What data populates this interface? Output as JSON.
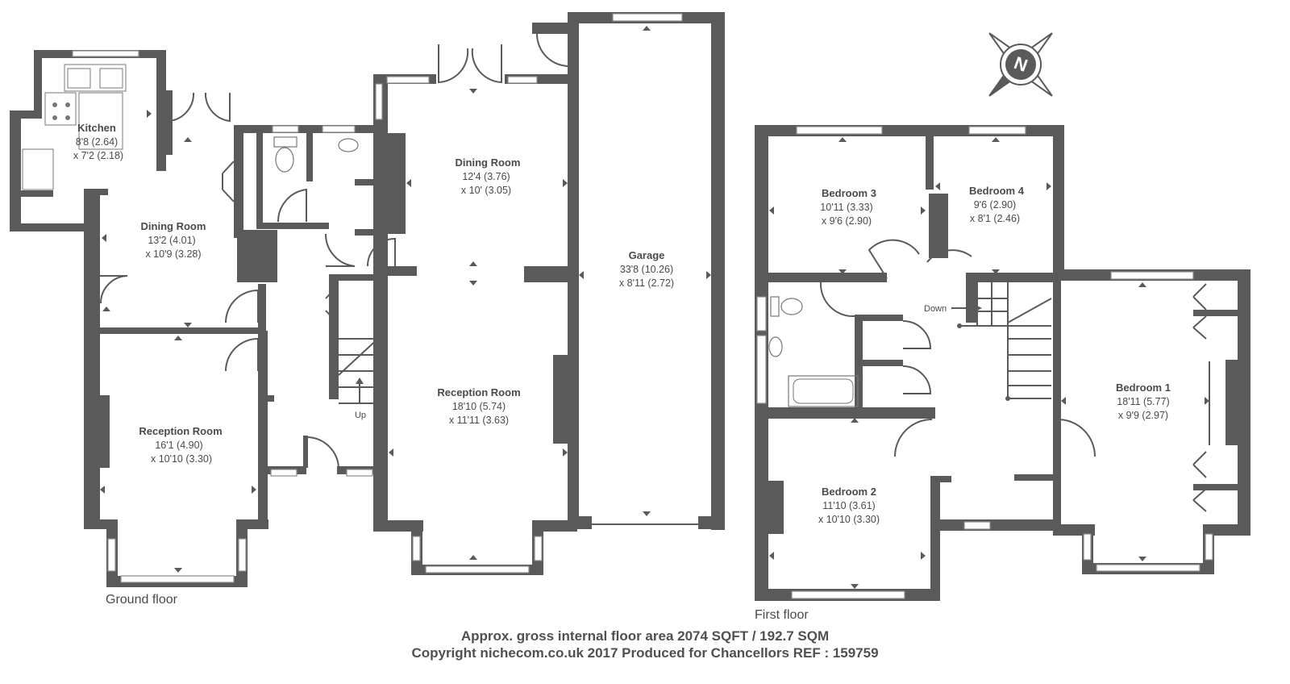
{
  "floors": {
    "ground_label": "Ground floor",
    "first_label": "First floor"
  },
  "rooms": {
    "kitchen": {
      "name": "Kitchen",
      "dim1": "8'8 (2.64)",
      "dim2": "x 7'2 (2.18)"
    },
    "dining_left": {
      "name": "Dining Room",
      "dim1": "13'2 (4.01)",
      "dim2": "x 10'9 (3.28)"
    },
    "reception_left": {
      "name": "Reception Room",
      "dim1": "16'1 (4.90)",
      "dim2": "x 10'10 (3.30)"
    },
    "dining_right": {
      "name": "Dining Room",
      "dim1": "12'4 (3.76)",
      "dim2": "x 10' (3.05)"
    },
    "reception_right": {
      "name": "Reception Room",
      "dim1": "18'10 (5.74)",
      "dim2": "x 11'11 (3.63)"
    },
    "garage": {
      "name": "Garage",
      "dim1": "33'8 (10.26)",
      "dim2": "x 8'11 (2.72)"
    },
    "bedroom3": {
      "name": "Bedroom 3",
      "dim1": "10'11 (3.33)",
      "dim2": "x 9'6 (2.90)"
    },
    "bedroom4": {
      "name": "Bedroom 4",
      "dim1": "9'6 (2.90)",
      "dim2": "x 8'1 (2.46)"
    },
    "bedroom1": {
      "name": "Bedroom 1",
      "dim1": "18'11 (5.77)",
      "dim2": "x 9'9 (2.97)"
    },
    "bedroom2": {
      "name": "Bedroom 2",
      "dim1": "11'10 (3.61)",
      "dim2": "x 10'10 (3.30)"
    }
  },
  "stairs": {
    "up_label": "Up",
    "down_label": "Down"
  },
  "compass": {
    "letter": "N"
  },
  "footer": {
    "area": "Approx. gross internal floor area 2074 SQFT / 192.7 SQM",
    "copyright": "Copyright nichecom.co.uk 2017 Produced for Chancellors REF : 159759"
  },
  "colors": {
    "wall": "#5a5a5a",
    "text": "#4a4a4a"
  }
}
